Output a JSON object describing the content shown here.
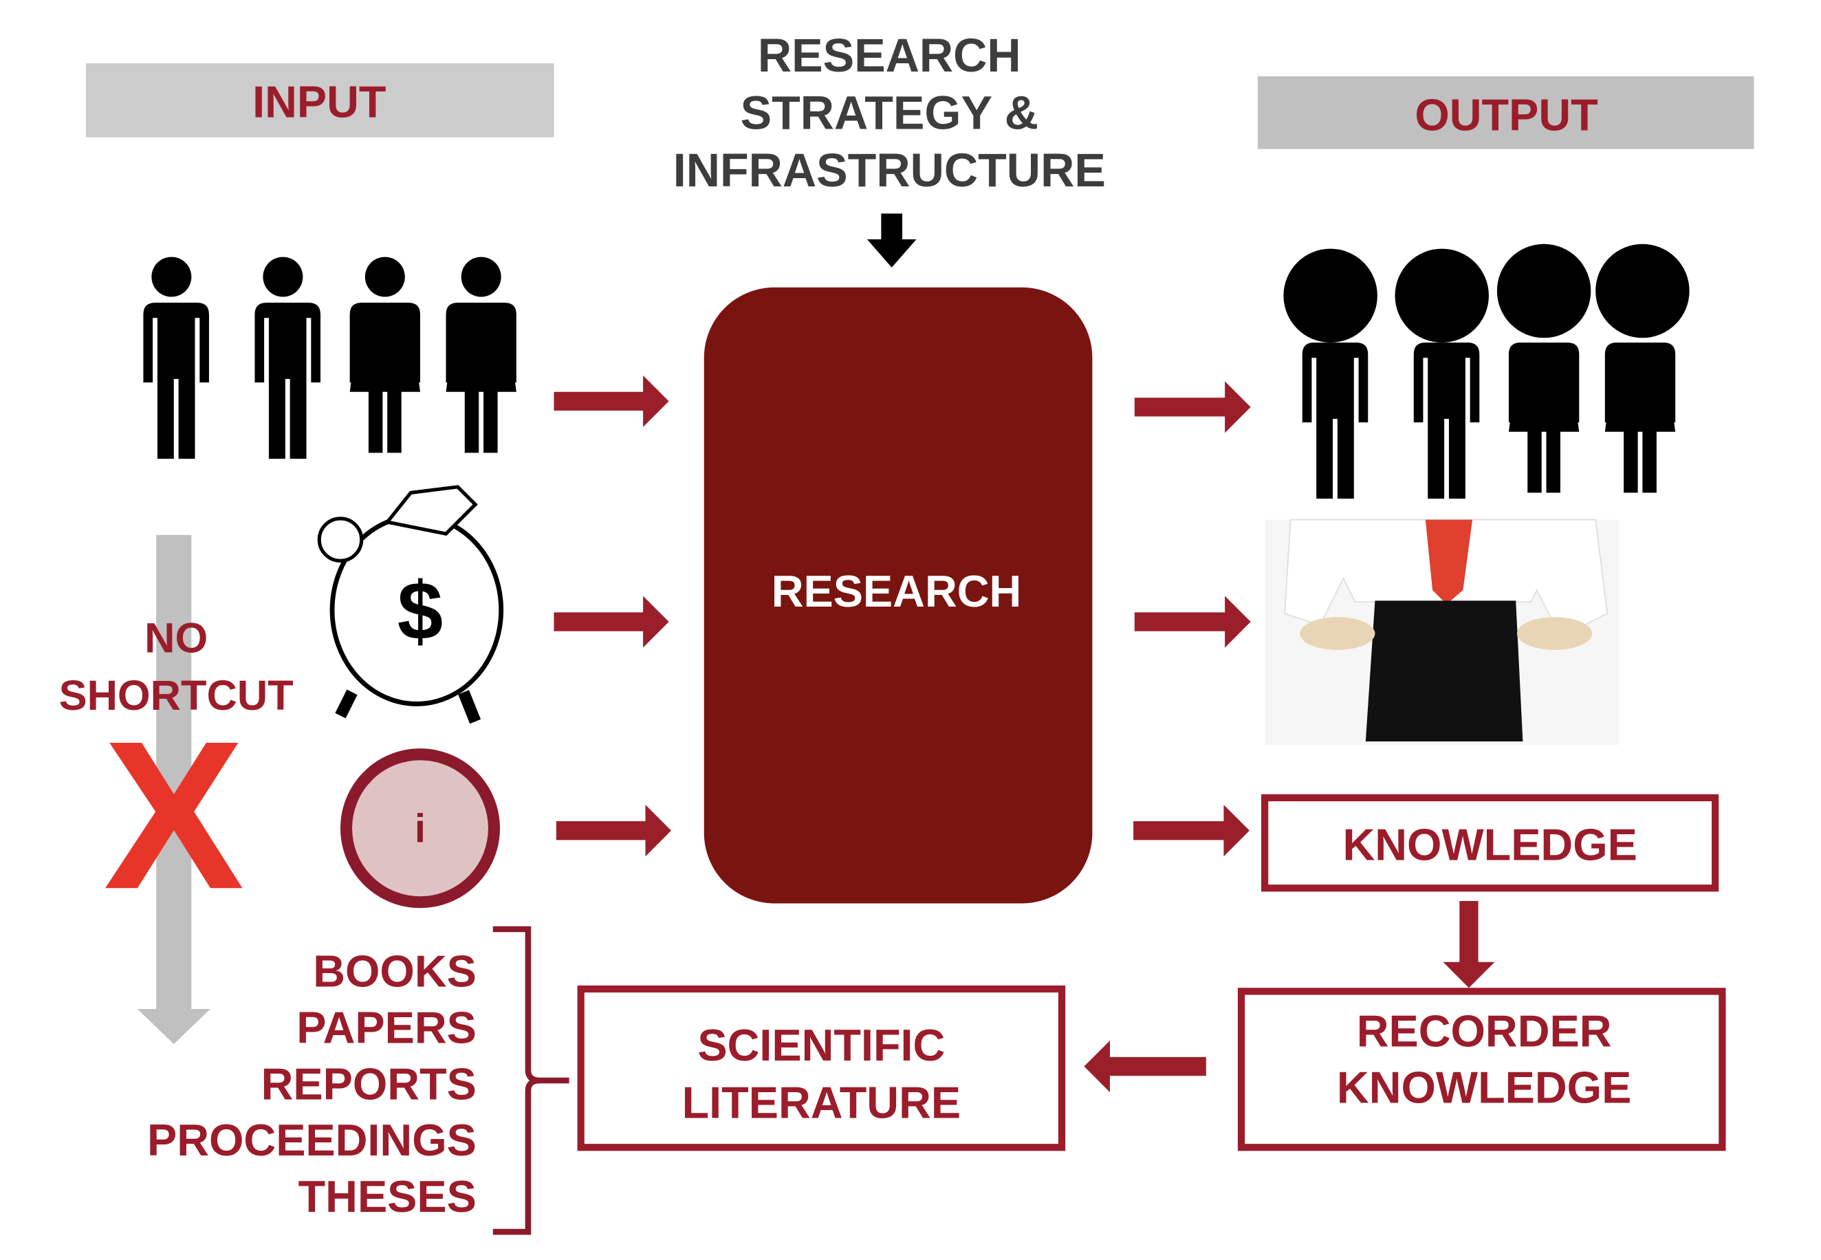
{
  "header": {
    "input_label": "INPUT",
    "output_label": "OUTPUT",
    "strategy_lines": [
      "RESEARCH",
      "STRATEGY &",
      "INFRASTRUCTURE"
    ]
  },
  "center": {
    "label": "RESEARCH"
  },
  "info_icon": {
    "glyph": "i"
  },
  "no_shortcut": {
    "lines": [
      "NO",
      "SHORTCUT"
    ],
    "mark": "X"
  },
  "sources": [
    "BOOKS",
    "PAPERS",
    "REPORTS",
    "PROCEEDINGS",
    "THESES"
  ],
  "boxes": {
    "knowledge": "KNOWLEDGE",
    "recorder": [
      "RECORDER",
      "KNOWLEDGE"
    ],
    "literature": [
      "SCIENTIFIC",
      "LITERATURE"
    ]
  },
  "colors": {
    "accent": "#9b1c2a",
    "research": "#7a1410",
    "x_mark": "#e8352a",
    "header_bg": "#cccccc"
  }
}
